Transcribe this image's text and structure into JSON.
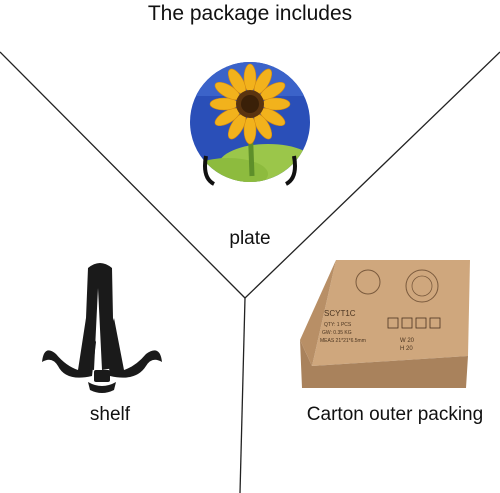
{
  "title": "The package includes",
  "items": [
    {
      "label": "plate",
      "icon": "sunflower-plate-icon"
    },
    {
      "label": "shelf",
      "icon": "plate-stand-icon"
    },
    {
      "label": "Carton outer packing",
      "icon": "carton-box-icon"
    }
  ],
  "carton_print": {
    "model": "SCYT1C",
    "qty": "QTY: 1 PCS",
    "gw": "GW: 0.35 KG",
    "meas": "MEAS 21*21*6.5mm",
    "w": "W 20",
    "h": "H 20"
  },
  "colors": {
    "line": "#222222",
    "box": "#c9a37c",
    "sky": "#2a4fb8"
  }
}
